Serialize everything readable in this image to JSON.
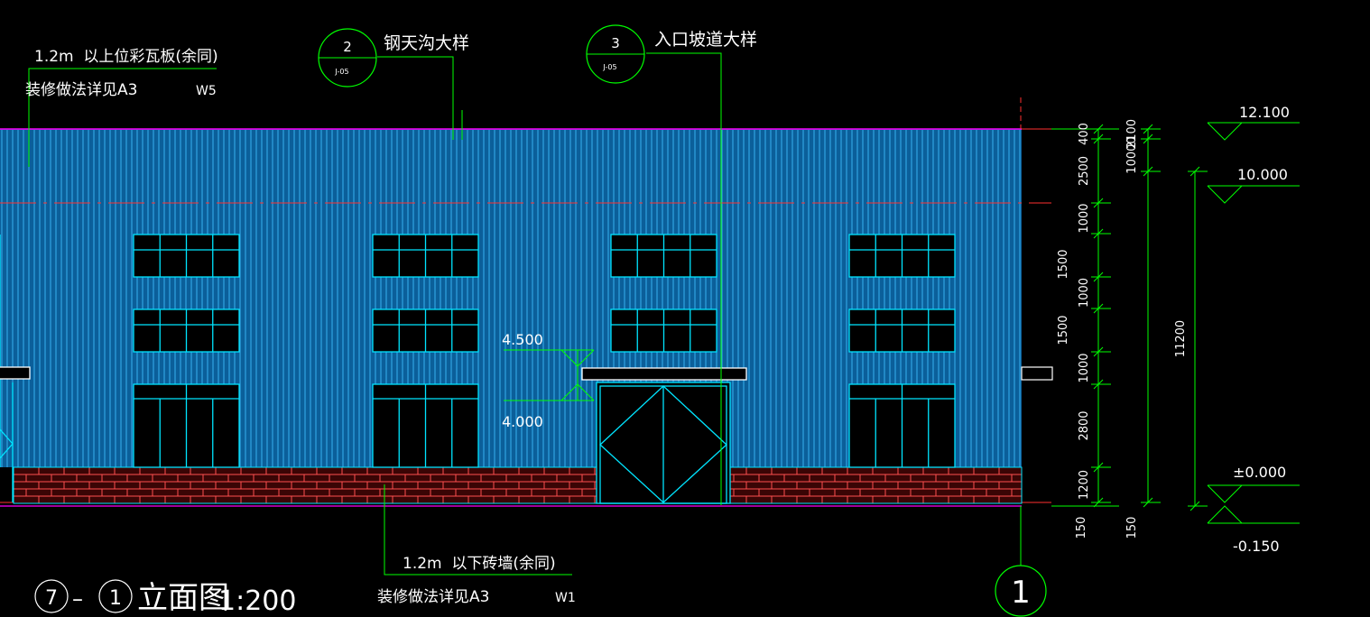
{
  "colors": {
    "background": "#000000",
    "panel": "#0b5f9a",
    "panel_rib": "#3fc0ff",
    "window": "#00e5ff",
    "leader": "#00ff00",
    "roof_line": "#ff00ff",
    "grid_red": "#ff3030",
    "brick": "#ff5050",
    "brick_fill": "#3a0505",
    "text": "#ffffff"
  },
  "notes": {
    "top_left_line1": "1.2m  以上位彩瓦板(余同)",
    "top_left_line2": "装修做法详见A3",
    "top_left_code": "W5",
    "bottom_line1": "1.2m  以下砖墙(余同)",
    "bottom_line2": "装修做法详见A3",
    "bottom_code": "W1"
  },
  "callouts": [
    {
      "number": "2",
      "sheet": "J-05",
      "label": "钢天沟大样"
    },
    {
      "number": "3",
      "sheet": "J-05",
      "label": "入口坡道大样"
    }
  ],
  "levels_inline": [
    "4.500",
    "4.000"
  ],
  "levels_right": [
    "12.100",
    "10.000",
    "±0.000",
    "-0.150"
  ],
  "dims_col1": [
    "400",
    "2500",
    "1000",
    "1500",
    "1000",
    "1500",
    "1000",
    "2800",
    "1200",
    "150"
  ],
  "dims_col2": [
    "2100",
    "10000",
    "150"
  ],
  "dims_col3": [
    "11200"
  ],
  "title": {
    "axis_from": "7",
    "dash": "–",
    "axis_to": "1",
    "name": "立面图",
    "scale": "1:200"
  },
  "grid_axis": "1"
}
